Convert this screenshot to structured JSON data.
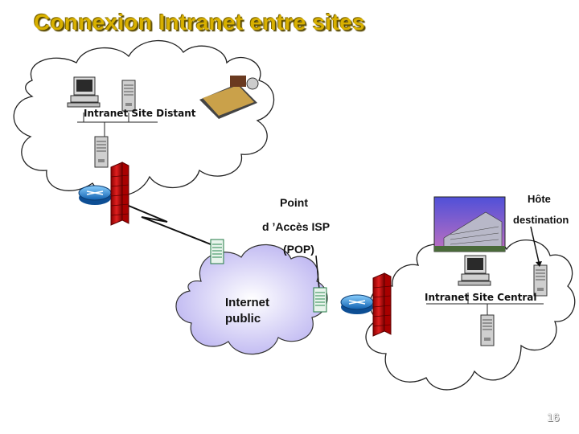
{
  "title": "Connexion Intranet entre sites",
  "labels": {
    "site_distant": "Intranet  Site Distant",
    "point": "Point",
    "acces_isp": "d ’Accès ISP",
    "pop": "(POP)",
    "hote": "Hôte",
    "destination": "destination",
    "site_central": "Intranet  Site Central",
    "internet": "Internet",
    "public": "public"
  },
  "page_number": "16"
}
